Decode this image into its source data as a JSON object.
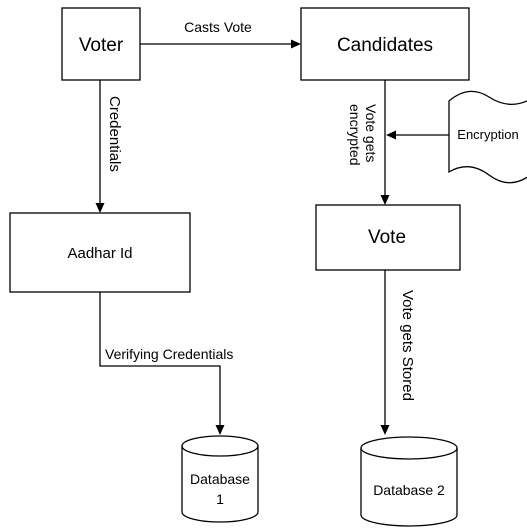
{
  "nodes": {
    "voter": "Voter",
    "candidates": "Candidates",
    "aadhar": "Aadhar Id",
    "vote": "Vote",
    "encryption": "Encryption",
    "database1": {
      "line1": "Database",
      "line2": "1"
    },
    "database2": "Database 2"
  },
  "edges": {
    "casts_vote": "Casts Vote",
    "credentials": "Credentials",
    "vote_gets_encrypted": {
      "line1": "Vote gets",
      "line2": "encrypted"
    },
    "verifying_credentials": "Verifying Credentials",
    "vote_gets_stored": "Vote gets Stored"
  }
}
